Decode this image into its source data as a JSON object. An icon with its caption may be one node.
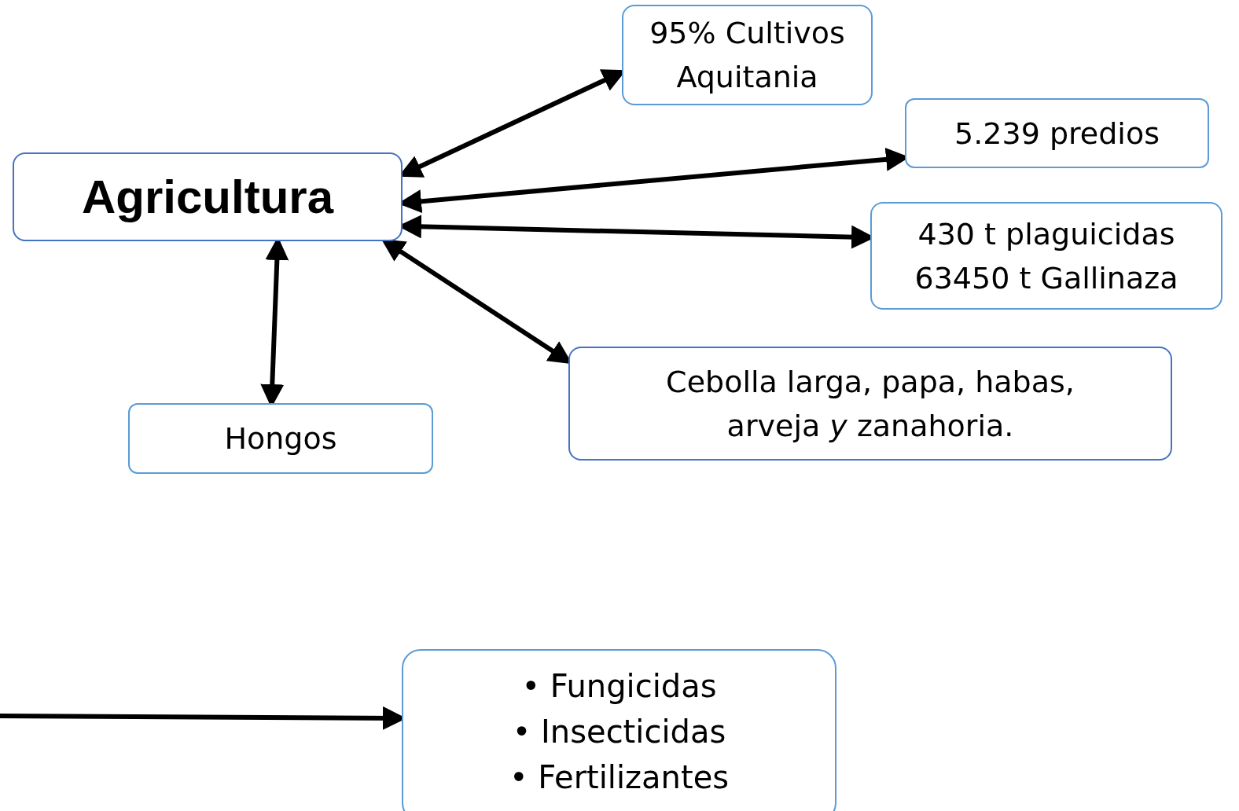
{
  "diagram": {
    "nodes": [
      {
        "text": [
          "Agricultura"
        ]
      },
      {
        "text": [
          "95% Cultivos Aquitania"
        ]
      },
      {
        "text": [
          "5.239 predios"
        ]
      },
      {
        "text": [
          "430 t plaguicidas",
          "63450 t Gallinaza"
        ]
      },
      {
        "text": [
          "Cebolla larga, papa, habas, arveja *y* zanahoria."
        ]
      },
      {
        "text": [
          "Hongos"
        ]
      },
      {
        "text": [
          "• Fungicidas",
          "• Insecticidas",
          "• Fertilizantes"
        ]
      }
    ],
    "edges": [
      {
        "from": 0,
        "to": 1,
        "arrow": "both"
      },
      {
        "from": 0,
        "to": 2,
        "arrow": "both"
      },
      {
        "from": 0,
        "to": 3,
        "arrow": "both"
      },
      {
        "from": 0,
        "to": 4,
        "arrow": "both"
      },
      {
        "from": 0,
        "to": 5,
        "arrow": "both"
      },
      {
        "from": null,
        "to": 6,
        "arrow": "to"
      }
    ]
  }
}
